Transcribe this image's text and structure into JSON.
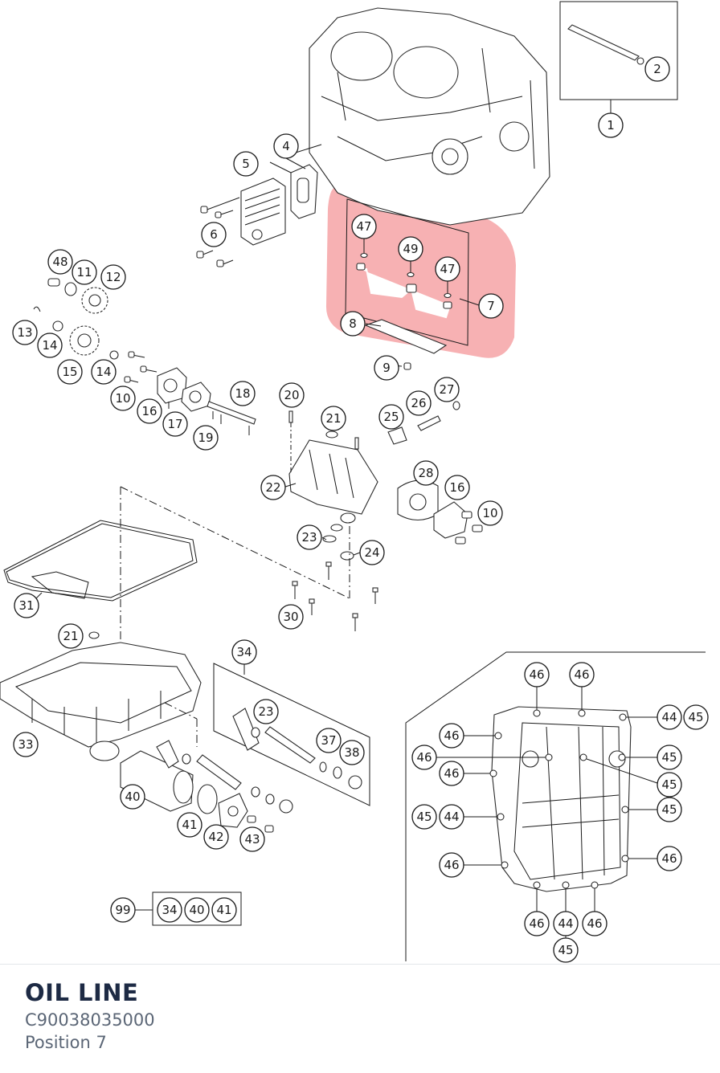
{
  "part": {
    "title": "OIL LINE",
    "number": "C90038035000",
    "position": "Position 7"
  },
  "highlight_color": "#f6a3a6",
  "callouts": [
    {
      "id": "c1",
      "label": "1"
    },
    {
      "id": "c2",
      "label": "2"
    },
    {
      "id": "c4",
      "label": "4"
    },
    {
      "id": "c5",
      "label": "5"
    },
    {
      "id": "c6",
      "label": "6"
    },
    {
      "id": "c47a",
      "label": "47"
    },
    {
      "id": "c49",
      "label": "49"
    },
    {
      "id": "c47b",
      "label": "47"
    },
    {
      "id": "c7",
      "label": "7"
    },
    {
      "id": "c8",
      "label": "8"
    },
    {
      "id": "c9",
      "label": "9"
    },
    {
      "id": "c48",
      "label": "48"
    },
    {
      "id": "c11",
      "label": "11"
    },
    {
      "id": "c12",
      "label": "12"
    },
    {
      "id": "c13",
      "label": "13"
    },
    {
      "id": "c14a",
      "label": "14"
    },
    {
      "id": "c15",
      "label": "15"
    },
    {
      "id": "c14b",
      "label": "14"
    },
    {
      "id": "c10a",
      "label": "10"
    },
    {
      "id": "c16a",
      "label": "16"
    },
    {
      "id": "c17",
      "label": "17"
    },
    {
      "id": "c18",
      "label": "18"
    },
    {
      "id": "c19",
      "label": "19"
    },
    {
      "id": "c20",
      "label": "20"
    },
    {
      "id": "c21a",
      "label": "21"
    },
    {
      "id": "c25",
      "label": "25"
    },
    {
      "id": "c26",
      "label": "26"
    },
    {
      "id": "c27",
      "label": "27"
    },
    {
      "id": "c22",
      "label": "22"
    },
    {
      "id": "c28",
      "label": "28"
    },
    {
      "id": "c16b",
      "label": "16"
    },
    {
      "id": "c10b",
      "label": "10"
    },
    {
      "id": "c23a",
      "label": "23"
    },
    {
      "id": "c24",
      "label": "24"
    },
    {
      "id": "c31",
      "label": "31"
    },
    {
      "id": "c30",
      "label": "30"
    },
    {
      "id": "c21b",
      "label": "21"
    },
    {
      "id": "c34",
      "label": "34"
    },
    {
      "id": "c23b",
      "label": "23"
    },
    {
      "id": "c33",
      "label": "33"
    },
    {
      "id": "c37",
      "label": "37"
    },
    {
      "id": "c38",
      "label": "38"
    },
    {
      "id": "c40",
      "label": "40"
    },
    {
      "id": "c41",
      "label": "41"
    },
    {
      "id": "c42",
      "label": "42"
    },
    {
      "id": "c43",
      "label": "43"
    },
    {
      "id": "c99",
      "label": "99"
    },
    {
      "id": "k34",
      "label": "34"
    },
    {
      "id": "k40",
      "label": "40"
    },
    {
      "id": "k41",
      "label": "41"
    },
    {
      "id": "d46a",
      "label": "46"
    },
    {
      "id": "d46b",
      "label": "46"
    },
    {
      "id": "d44a",
      "label": "44"
    },
    {
      "id": "d45a",
      "label": "45"
    },
    {
      "id": "d46c",
      "label": "46"
    },
    {
      "id": "d46d",
      "label": "46"
    },
    {
      "id": "d45b",
      "label": "45"
    },
    {
      "id": "d45c",
      "label": "45"
    },
    {
      "id": "d46e",
      "label": "46"
    },
    {
      "id": "d45d",
      "label": "45"
    },
    {
      "id": "d44b",
      "label": "44"
    },
    {
      "id": "d45e",
      "label": "45"
    },
    {
      "id": "d46f",
      "label": "46"
    },
    {
      "id": "d46g",
      "label": "46"
    },
    {
      "id": "d46h",
      "label": "46"
    },
    {
      "id": "d44c",
      "label": "44"
    },
    {
      "id": "d46i",
      "label": "46"
    },
    {
      "id": "d45f",
      "label": "45"
    }
  ]
}
